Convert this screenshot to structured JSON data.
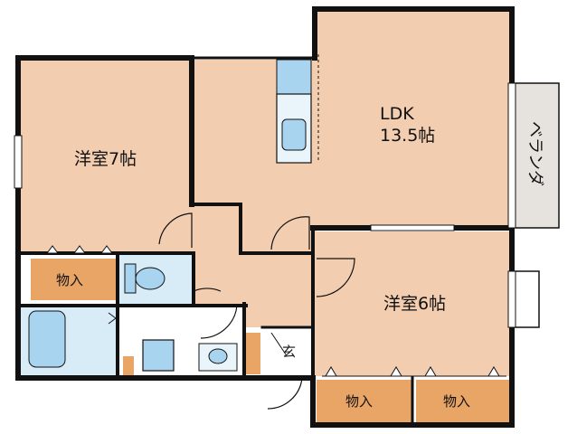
{
  "colors": {
    "wall": "#111111",
    "room": "#f3cdb0",
    "storage": "#e8a566",
    "wet": "#d8ecf8",
    "fixture": "#a9d4ef",
    "balcony": "#e6e2de",
    "floor_white": "#ffffff"
  },
  "rooms": {
    "western_7": "洋室7帖",
    "ldk_title": "LDK",
    "ldk_size": "13.5帖",
    "western_6": "洋室6帖",
    "balcony": "ベランダ",
    "storage_a": "物入",
    "storage_b": "物入",
    "storage_c": "物入",
    "entrance": "玄"
  }
}
